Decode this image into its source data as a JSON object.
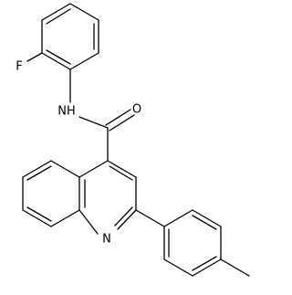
{
  "structure": {
    "atoms": {
      "fluorine": "F",
      "amide_nitrogen": "NH",
      "carbonyl_oxygen": "O",
      "quinoline_nitrogen": "N"
    }
  }
}
